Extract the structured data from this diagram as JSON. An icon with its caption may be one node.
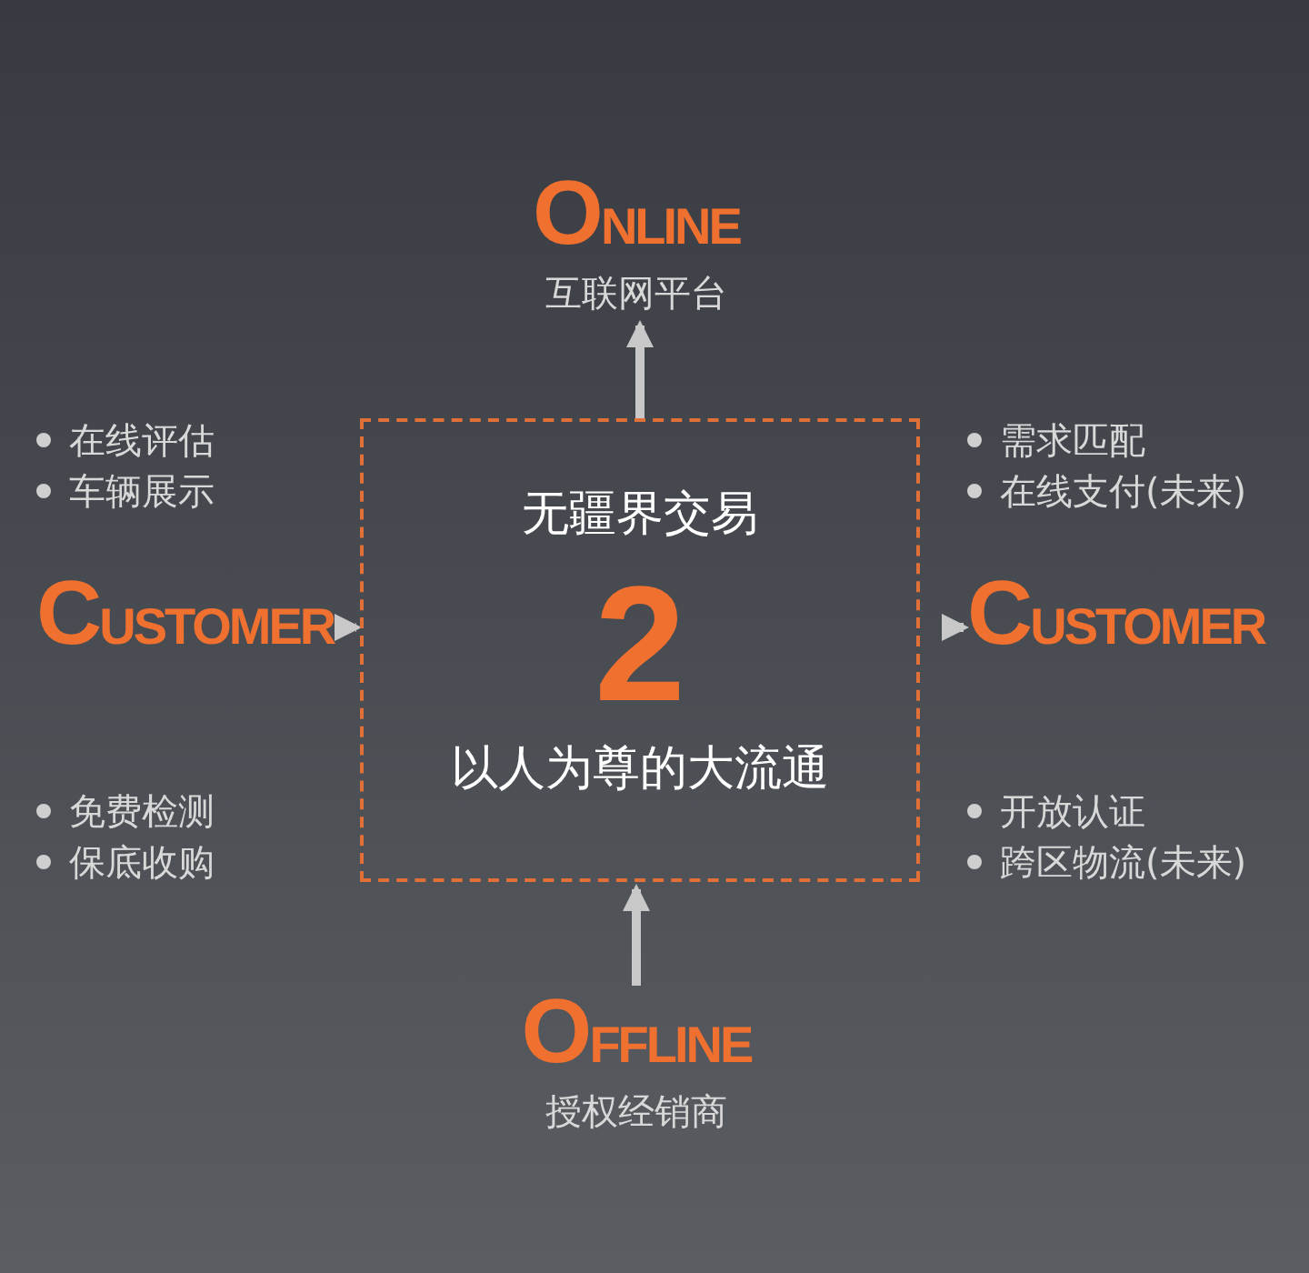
{
  "diagram": {
    "nodes": [
      {
        "text": [
          "无疆界交易",
          "2",
          "以人为尊的大流通"
        ]
      },
      {
        "text": [
          "ONLINE",
          "互联网平台"
        ]
      },
      {
        "text": [
          "CUSTOMER"
        ],
        "beside": [
          "在线评估",
          "车辆展示",
          "免费检测",
          "保底收购"
        ]
      },
      {
        "text": [
          "CUSTOMER"
        ],
        "beside": [
          "需求匹配",
          "在线支付(未来)",
          "开放认证",
          "跨区物流(未来)"
        ]
      },
      {
        "text": [
          "OFFLINE",
          "授权经销商"
        ]
      }
    ],
    "edges": [
      {
        "from": 0,
        "to": 1,
        "arrow": "to"
      },
      {
        "from": 2,
        "to": 0,
        "arrow": "to"
      },
      {
        "from": 0,
        "to": 3,
        "arrow": "to"
      },
      {
        "from": 4,
        "to": 0,
        "arrow": "to"
      }
    ]
  }
}
